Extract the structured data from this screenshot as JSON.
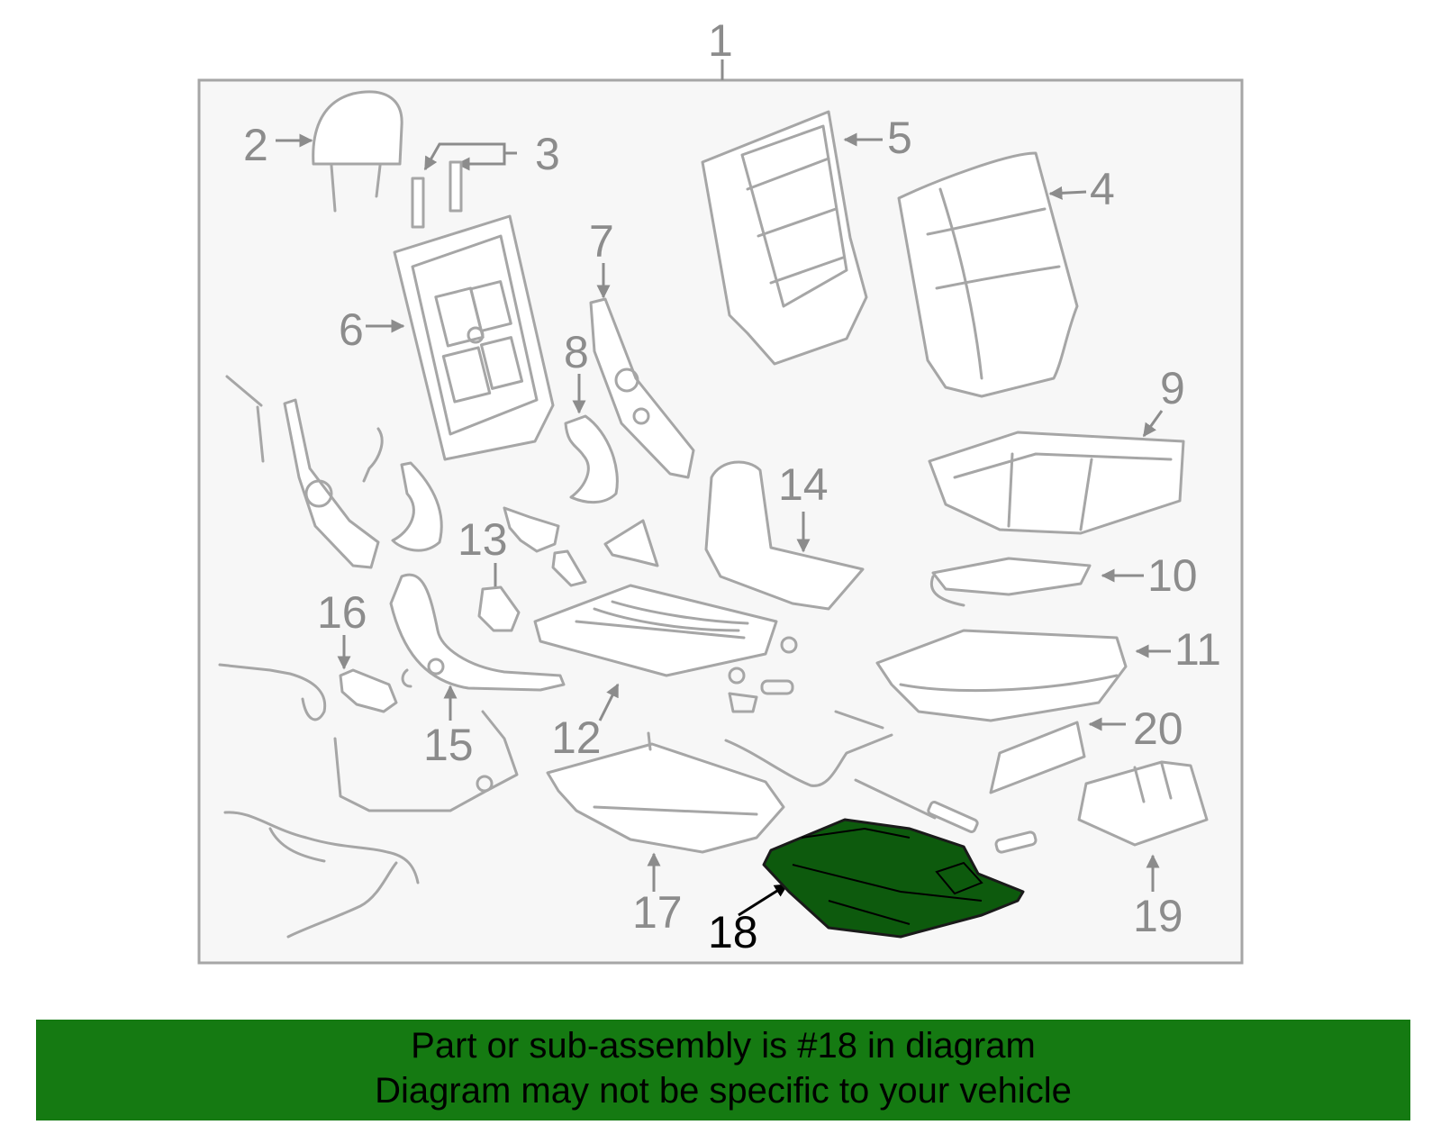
{
  "diagram": {
    "callouts": [
      "1",
      "2",
      "3",
      "4",
      "5",
      "6",
      "7",
      "8",
      "9",
      "10",
      "11",
      "12",
      "13",
      "14",
      "15",
      "16",
      "17",
      "18",
      "19",
      "20"
    ],
    "highlighted_callout": "18",
    "colors": {
      "highlight_fill": "#0d5a0d",
      "banner": "#157a12",
      "line_art": "#a6a6a6",
      "panel_bg": "#f7f7f7"
    }
  },
  "banner": {
    "line1": "Part or sub-assembly is #18 in diagram",
    "line2": "Diagram may not be specific to your vehicle"
  }
}
